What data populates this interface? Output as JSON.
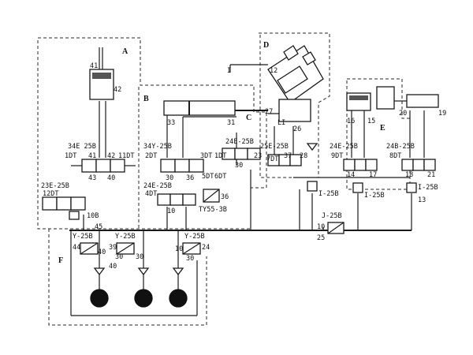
{
  "regions": [
    "A",
    "B",
    "C",
    "D",
    "E",
    "F"
  ],
  "valves": {
    "v34_25b": "34E 25B",
    "v34y_25b": "34Y-25B",
    "v23e_25b": "23E-25B",
    "v24e_25b_top": "24E-25B",
    "v24e_25b_mid": "24E-25B",
    "v25e_25b": "25E-25B",
    "v24e_25b_e": "24E-25B",
    "v24b_25b": "24B-25B",
    "vj_25b": "J-25B",
    "vi_25b_a": "I-25B",
    "vi_25b_b": "I-25B",
    "vi_25b_c": "I-25B",
    "vy_25b_1": "Y-25B",
    "vy_25b_2": "Y-25B",
    "vy_25b_3": "Y-25B",
    "vty": "TY55-3B"
  },
  "solenoids": {
    "s1dt": "1DT",
    "s11dt": "11DT",
    "s12dt": "12DT",
    "s2dt": "2DT",
    "s3dt": "3DT",
    "s4dt": "4DT",
    "s5dt": "5DT",
    "s6dt": "6DT",
    "s1dt_b": "1DT",
    "s7dt": "7DT",
    "s9dt": "9DT",
    "s8dt": "8DT"
  },
  "numbers": {
    "n41a": "41",
    "n42a": "42",
    "n41b": "41",
    "n42b": "42",
    "n43": "43",
    "n40a": "40",
    "n10b": "10B",
    "n45": "45",
    "n33": "33",
    "n31": "31",
    "n30a": "30",
    "n36a": "36",
    "n10a": "10",
    "n36b": "36",
    "n30b": "30",
    "n23": "23",
    "n12": "12",
    "n26": "26",
    "n27": "27",
    "n28": "28",
    "n37": "37",
    "n16": "16",
    "n15": "15",
    "n14": "14",
    "n17": "17",
    "n20": "20",
    "n19": "19",
    "n18": "18",
    "n21": "21",
    "n13": "13",
    "n10c": "10",
    "n25": "25",
    "n44": "44",
    "n40b": "40",
    "n39": "39",
    "n30c": "30",
    "n30d": "30",
    "n40c": "40",
    "n10d": "10",
    "n24": "24",
    "n30e": "30"
  },
  "cylinder_label": "LI",
  "valve_i_label": "I",
  "colors": {
    "line": "#1a1a1a",
    "background": "#ffffff"
  }
}
